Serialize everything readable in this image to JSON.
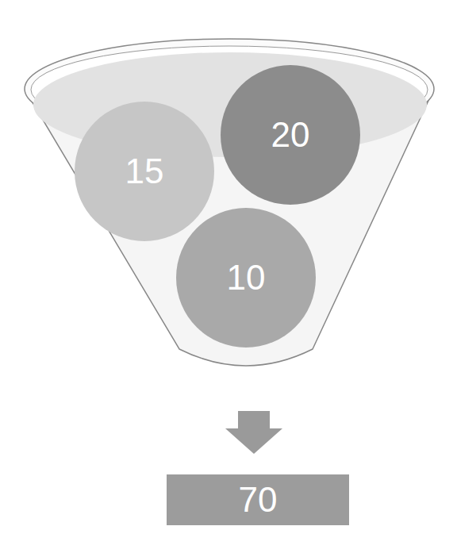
{
  "diagram": {
    "nodes": [
      {
        "text": [
          "15"
        ]
      },
      {
        "text": [
          "20"
        ]
      },
      {
        "text": [
          "10"
        ]
      },
      {
        "text": [
          "70"
        ]
      }
    ]
  }
}
